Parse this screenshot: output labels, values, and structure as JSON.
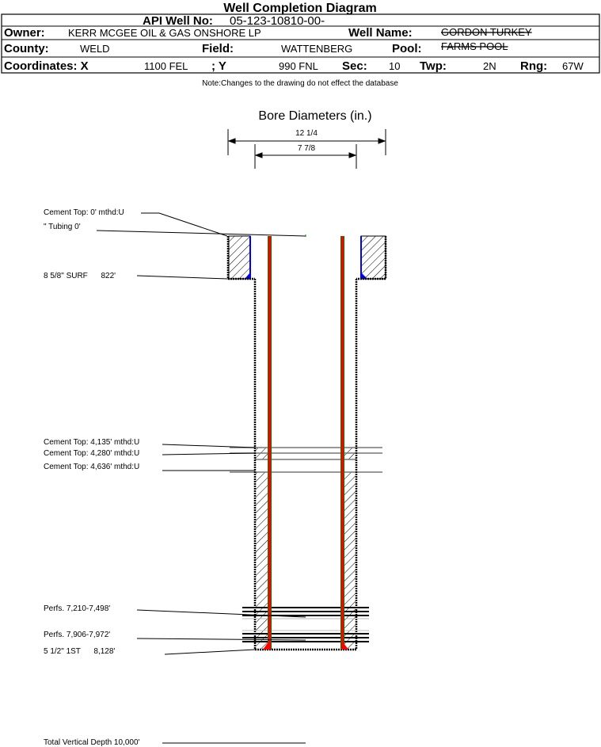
{
  "title": "Well Completion Diagram",
  "header": {
    "api_label": "API Well No:",
    "api_value": "05-123-10810-00-",
    "owner_label": "Owner:",
    "owner_value": "KERR MCGEE OIL & GAS ONSHORE LP",
    "well_name_label": "Well Name:",
    "well_name_line1": "GORDON TURKEY",
    "well_name_line2": "FARMS POOL",
    "county_label": "County:",
    "county_value": "WELD",
    "field_label": "Field:",
    "field_value": "WATTENBERG",
    "pool_label": "Pool:",
    "coord_x_label": "Coordinates: X",
    "coord_x_value": "1100 FEL",
    "coord_y_label": "; Y",
    "coord_y_value": "990 FNL",
    "sec_label": "Sec:",
    "sec_value": "10",
    "twp_label": "Twp:",
    "twp_value": "2N",
    "rng_label": "Rng:",
    "rng_value": "67W"
  },
  "note": "Note:Changes to the drawing do not effect the database",
  "bore": {
    "title": "Bore Diameters (in.)",
    "outer": "12 1/4",
    "inner": "7 7/8"
  },
  "labels": {
    "cement_top_0": "Cement Top: 0' mthd:U",
    "tubing": "\" Tubing 0'",
    "surf": "8 5/8\" SURF      822'",
    "cement_4135": "Cement Top: 4,135' mthd:U",
    "cement_4280": "Cement Top: 4,280' mthd:U",
    "cement_4636": "Cement Top: 4,636' mthd:U",
    "perfs_1": "Perfs. 7,210-7,498'",
    "perfs_2": "Perfs. 7,906-7,972'",
    "prod": "5 1/2\" 1ST      8,128'",
    "tvd": "Total Vertical Depth 10,000'"
  },
  "colors": {
    "tubing": "#ff0000",
    "tubing_edge": "#008000",
    "surf_cement": "#0000ff",
    "prod_cement": "#ff0000"
  }
}
